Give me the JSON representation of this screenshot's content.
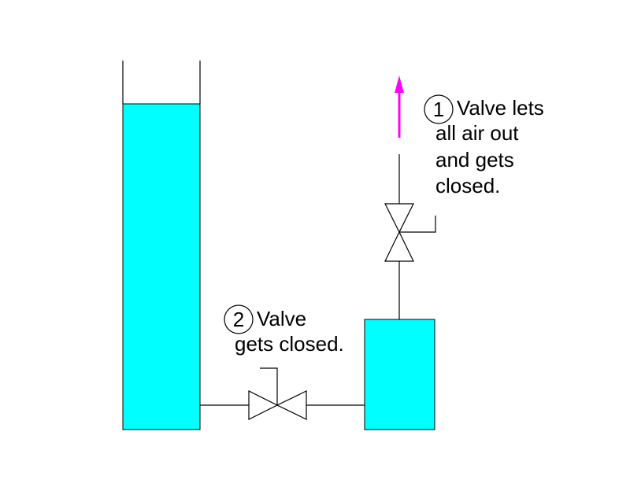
{
  "colors": {
    "water": "#00ffff",
    "line": "#000000",
    "arrow": "#ff00ff",
    "background": "#ffffff"
  },
  "annotations": {
    "step1": {
      "number": "1",
      "lines": [
        "Valve lets",
        "all air out",
        "and gets",
        "closed."
      ]
    },
    "step2": {
      "number": "2",
      "lines": [
        "Valve",
        "gets closed."
      ]
    }
  },
  "icons": {
    "air_out": "arrow-up-icon",
    "top_valve": "gate-valve-icon",
    "bottom_valve": "gate-valve-icon"
  }
}
